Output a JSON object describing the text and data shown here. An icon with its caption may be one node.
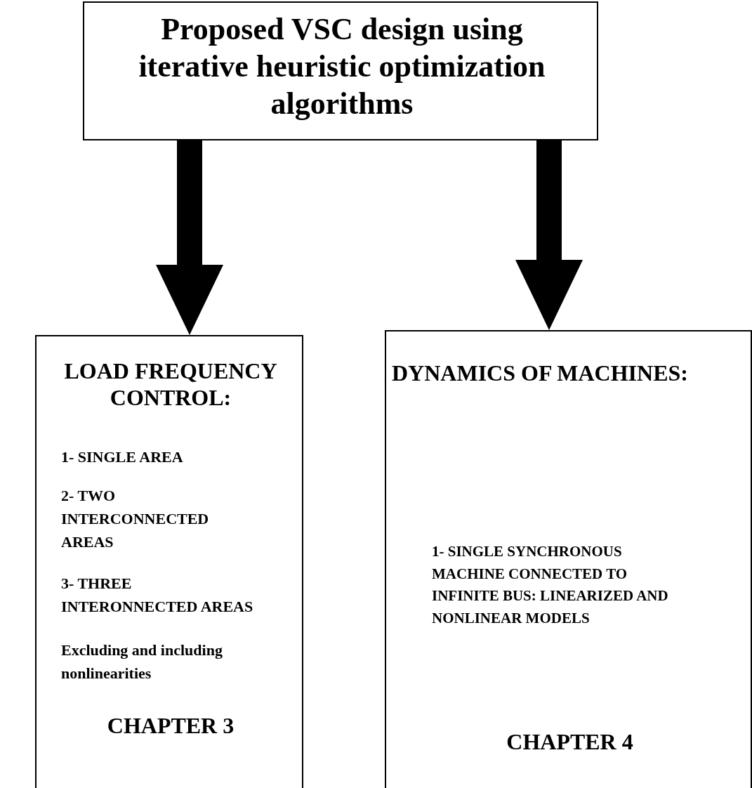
{
  "diagram": {
    "nodes": [
      {
        "text": [
          "Proposed VSC design using iterative heuristic optimization algorithms"
        ]
      },
      {
        "text": [
          "LOAD FREQUENCY CONTROL:",
          "1- SINGLE AREA",
          "2- TWO INTERCONNECTED AREAS",
          "3- THREE INTERONNECTED AREAS",
          "Excluding and including nonlinearities",
          "CHAPTER 3"
        ]
      },
      {
        "text": [
          "DYNAMICS OF MACHINES:",
          "1- SINGLE SYNCHRONOUS MACHINE CONNECTED TO INFINITE BUS: LINEARIZED AND NONLINEAR MODELS",
          "CHAPTER 4"
        ]
      }
    ],
    "edges": [
      {
        "from": 0,
        "to": 1,
        "arrow": "to"
      },
      {
        "from": 0,
        "to": 2,
        "arrow": "to"
      }
    ]
  }
}
